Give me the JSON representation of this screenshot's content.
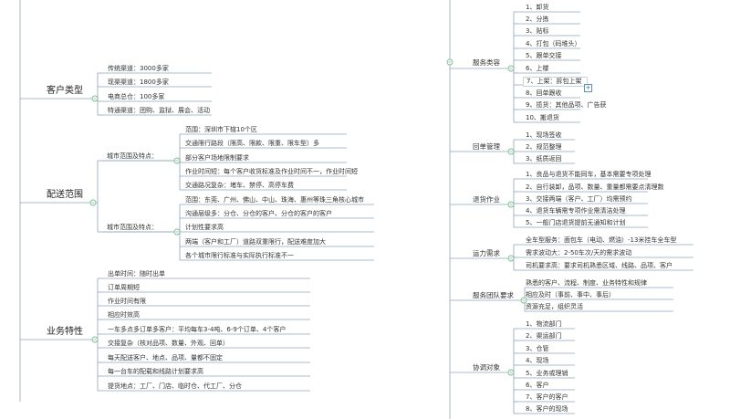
{
  "left": {
    "customer_type": {
      "title": "客户类型",
      "items": [
        "传统渠道：3000多家",
        "现渠渠道：1800多家",
        "电商总仓：100多家",
        "特通渠道：团购、监狱、展会、活动"
      ]
    },
    "delivery_range": {
      "title": "配送范围",
      "group1": {
        "label": "城市范围及特点：",
        "items": [
          "范围：深圳市下辖10个区",
          "交通限行路段（限高、限款、限重、限车型）多",
          "部分客户场地限制要求",
          "作业时间短：每个客户收货标准及作业时间不一，作业时间短",
          "交通路况复杂：堵车、禁停、高停车费"
        ]
      },
      "group2": {
        "label": "城市范围及特点：",
        "items": [
          "范围：东莞、广州、佛山、中山、珠海、惠州等珠三角核心城市",
          "沟通层级多：分仓、分仓的客户、分仓的客户的客户",
          "计划性要求高",
          "两端（客户和工厂）道路双重限行，配送难度加大",
          "各个城市限行标准与实际执行标准不一"
        ]
      }
    },
    "business": {
      "title": "业务特性",
      "items": [
        "出单时间：随时出单",
        "订单周期短",
        "作业时间有限",
        "相应时效高",
        "一车多点多订单多客户：平均每车3-4吨、6-9个订单、4个客户",
        "交接复杂（核对品项、数量、外观、回单）",
        "每天配送客户、地点、品项、量都不固定",
        "每一台车的配载和线路计划要求高",
        "提货地点：工厂、门店、临时仓、代工厂、分仓"
      ]
    }
  },
  "right": {
    "service": {
      "title": "服务类容",
      "items": [
        "1、卸货",
        "2、分拣",
        "3、贴标",
        "4、打包（码堆头）",
        "5、跟单交接",
        "6、上楼",
        "7、上架：拆包上架",
        "8、回单跟收",
        "9、揽货：其他品项、广告获",
        "10、搬退货"
      ]
    },
    "receipt": {
      "title": "回单管理",
      "items": [
        "1、现场签收",
        "2、规范整理",
        "3、纸质返回"
      ]
    },
    "returns": {
      "title": "退货作业",
      "items": [
        "1、良品与退货不能同车，基本需要专项处理",
        "2、自行装卸，品项、数量、重量都需要点清理数",
        "3、交接两端（客户、工厂）均需预约",
        "4、退货车辆需专项作业需清洁处理",
        "5、一般门店退货提前无通知和计划"
      ]
    },
    "capacity": {
      "title": "运力需求",
      "items": [
        "全车型服务：面包车（电动、燃油）-13米挂车全车型",
        "需求波动大：2-50车次/天的需求波动",
        "司机要求高：要求司机熟悉区域、线路、品项、客户"
      ]
    },
    "team": {
      "title": "服务团队要求",
      "items": [
        "熟悉的客户、流程、制度、业务特性和规律",
        "相应及时（事前、事中、事后）",
        "资源充足，组织灵活"
      ]
    },
    "coord": {
      "title": "协调对象",
      "items": [
        "1、物流部门",
        "2、渠运部门",
        "3、仓管",
        "4、现场",
        "5、业务或理销",
        "6、客户",
        "7、客户的客户",
        "8、客户的现场"
      ]
    }
  },
  "colors": {
    "line": "#8ea4c7",
    "node_border": "#77c08a",
    "text": "#333333"
  }
}
